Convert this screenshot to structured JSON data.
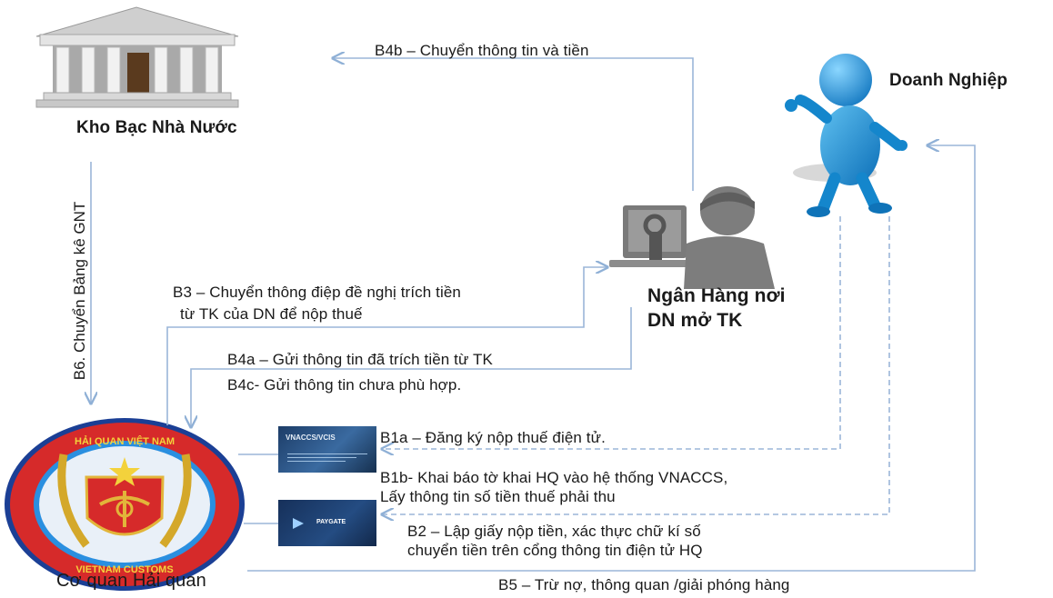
{
  "nodes": {
    "treasury": "Kho Bạc Nhà Nước",
    "enterprise": "Doanh Nghiệp",
    "bank_line1": "Ngân Hàng nơi",
    "bank_line2": "DN mở TK",
    "customs": "Cơ quan Hải quan"
  },
  "customs_logo": {
    "top_text": "HẢI QUAN VIỆT NAM",
    "bottom_text": "VIETNAM CUSTOMS"
  },
  "system_logos": {
    "vnaccs": "VNACCS/VCIS",
    "paygate": "PAYGATE"
  },
  "steps": {
    "b4b": "B4b – Chuyển thông tin và  tiền",
    "b6": "B6. Chuyển Bảng kê GNT",
    "b3_line1": "B3 – Chuyển thông điệp đề nghị trích tiền",
    "b3_line2": "từ TK của DN để nộp thuế",
    "b4a": "B4a – Gửi thông tin đã trích tiền từ TK",
    "b4c": "B4c- Gửi thông tin chưa phù hợp.",
    "b1a": "B1a – Đăng ký nộp thuế điện tử.",
    "b1b_line1": "B1b- Khai báo tờ khai HQ vào  hệ thống VNACCS,",
    "b1b_line2": "Lấy thông tin số tiền thuế phải thu",
    "b2_line1": "B2 – Lập giấy nộp tiền, xác thực chữ kí số",
    "b2_line2": "chuyển tiền trên cổng thông tin điện tử HQ",
    "b5": "B5 – Trừ nợ, thông quan /giải phóng hàng"
  },
  "colors": {
    "arrow": "#9bb6d8",
    "figure_blue": "#1e90d6",
    "customs_red": "#d62a2a",
    "customs_blue": "#1f5fb0",
    "customs_gold": "#e2b53a"
  }
}
